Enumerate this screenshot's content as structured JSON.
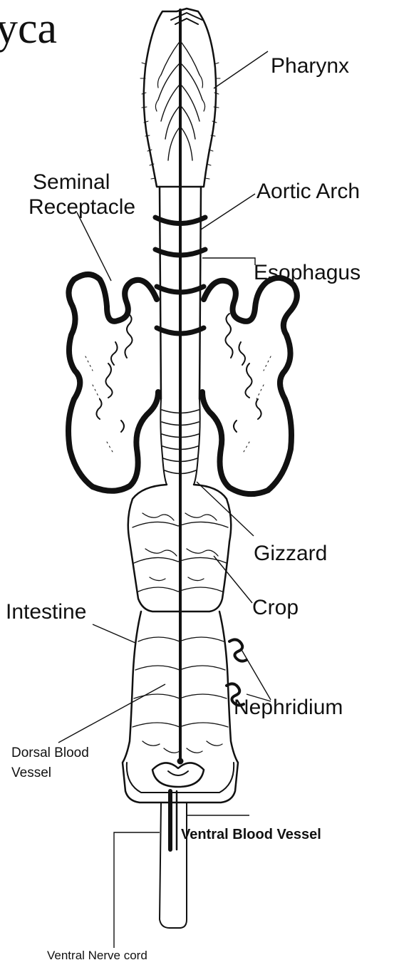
{
  "slide_title_fragment": "yca",
  "labels": {
    "pharynx": "Pharynx",
    "seminal_receptacle_1": "Seminal",
    "seminal_receptacle_2": "Receptacle",
    "aortic_arch": "Aortic Arch",
    "esophagus": "Esophagus",
    "gizzard": "Gizzard",
    "crop": "Crop",
    "intestine": "Intestine",
    "nephridium": "Nephridium",
    "dorsal_blood_vessel_1": "Dorsal Blood",
    "dorsal_blood_vessel_2": "Vessel",
    "ventral_blood_vessel": "Ventral Blood Vessel",
    "ventral_nerve_cord": "Ventral Nerve cord"
  },
  "colors": {
    "ink": "#111111",
    "background": "#ffffff"
  }
}
